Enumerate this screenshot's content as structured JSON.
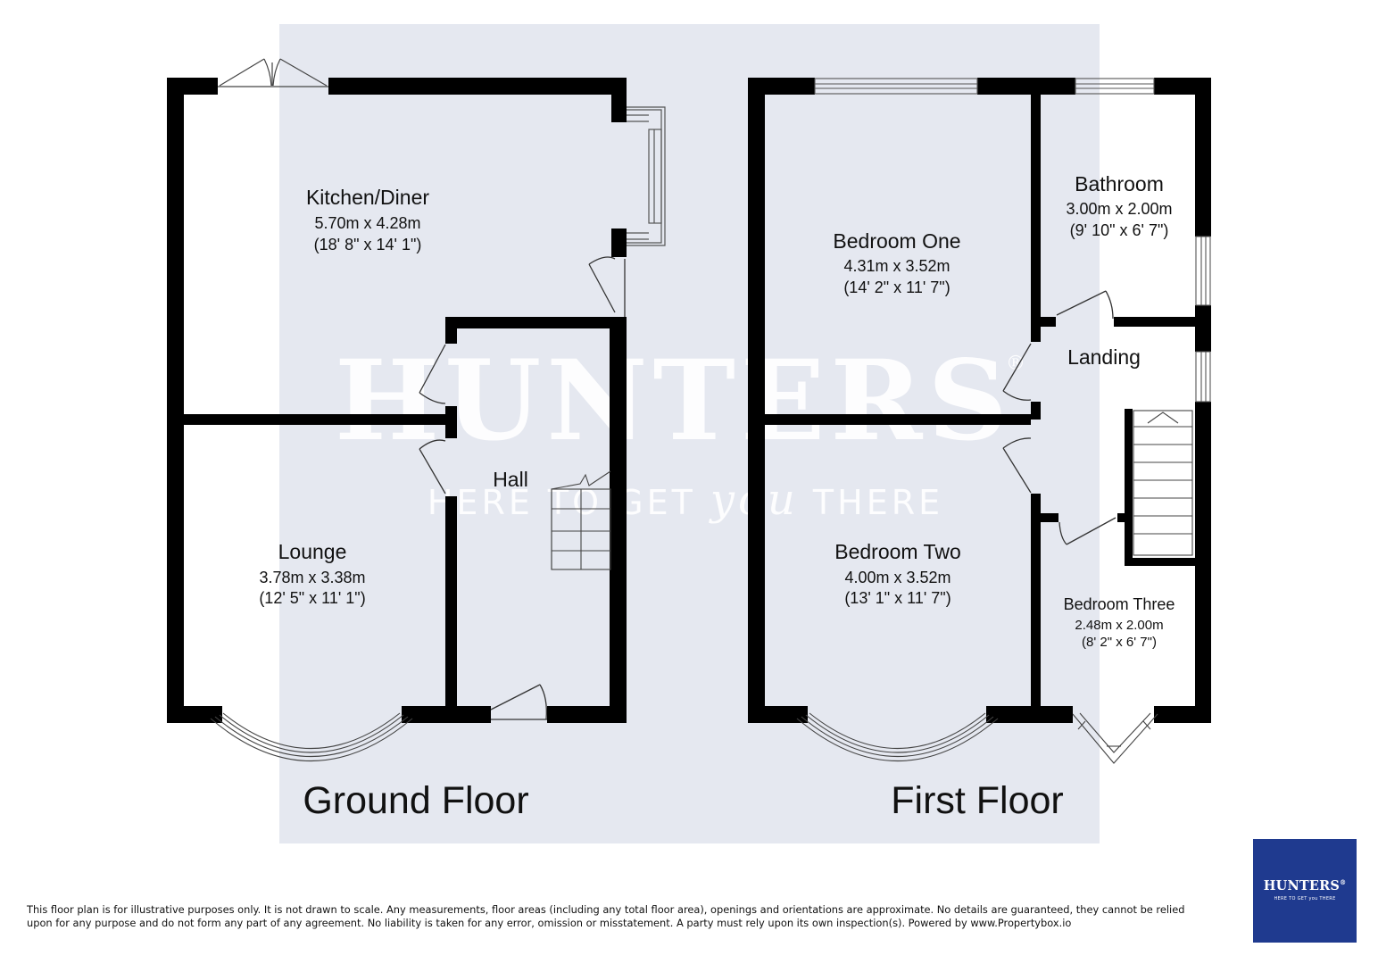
{
  "watermark": {
    "name": "HUNTERS",
    "registered": "®",
    "tagline_before": "HERE TO GET ",
    "tagline_em": "you",
    "tagline_after": " THERE"
  },
  "floors": {
    "ground": {
      "title": "Ground Floor",
      "rooms": {
        "kitchen": {
          "name": "Kitchen/Diner",
          "metric": "5.70m x 4.28m",
          "imperial": "(18' 8\" x 14' 1\")"
        },
        "hall": {
          "name": "Hall"
        },
        "lounge": {
          "name": "Lounge",
          "metric": "3.78m x 3.38m",
          "imperial": "(12' 5\" x 11' 1\")"
        }
      }
    },
    "first": {
      "title": "First Floor",
      "rooms": {
        "bedroom_one": {
          "name": "Bedroom One",
          "metric": "4.31m x 3.52m",
          "imperial": "(14' 2\" x 11' 7\")"
        },
        "bathroom": {
          "name": "Bathroom",
          "metric": "3.00m x 2.00m",
          "imperial": "(9' 10\" x 6' 7\")"
        },
        "landing": {
          "name": "Landing"
        },
        "bedroom_two": {
          "name": "Bedroom Two",
          "metric": "4.00m x 3.52m",
          "imperial": "(13' 1\" x 11' 7\")"
        },
        "bedroom_three": {
          "name": "Bedroom Three",
          "metric": "2.48m x 2.00m",
          "imperial": "(8' 2\" x 6' 7\")"
        }
      }
    }
  },
  "disclaimer": "This floor plan is for illustrative purposes only. It is not drawn to scale. Any measurements, floor areas (including any total floor area), openings and orientations are approximate. No details are guaranteed, they cannot be relied upon for any purpose and do not form any part of any agreement. No liability is taken for any error, omission or misstatement. A party must rely upon its own inspection(s). Powered by www.Propertybox.io",
  "logo": {
    "name": "HUNTERS",
    "registered": "®",
    "tagline": "HERE TO GET you THERE"
  },
  "colors": {
    "wall": "#000000",
    "background_panel": "#e5e8f0",
    "logo_background": "#1f3a8f"
  }
}
